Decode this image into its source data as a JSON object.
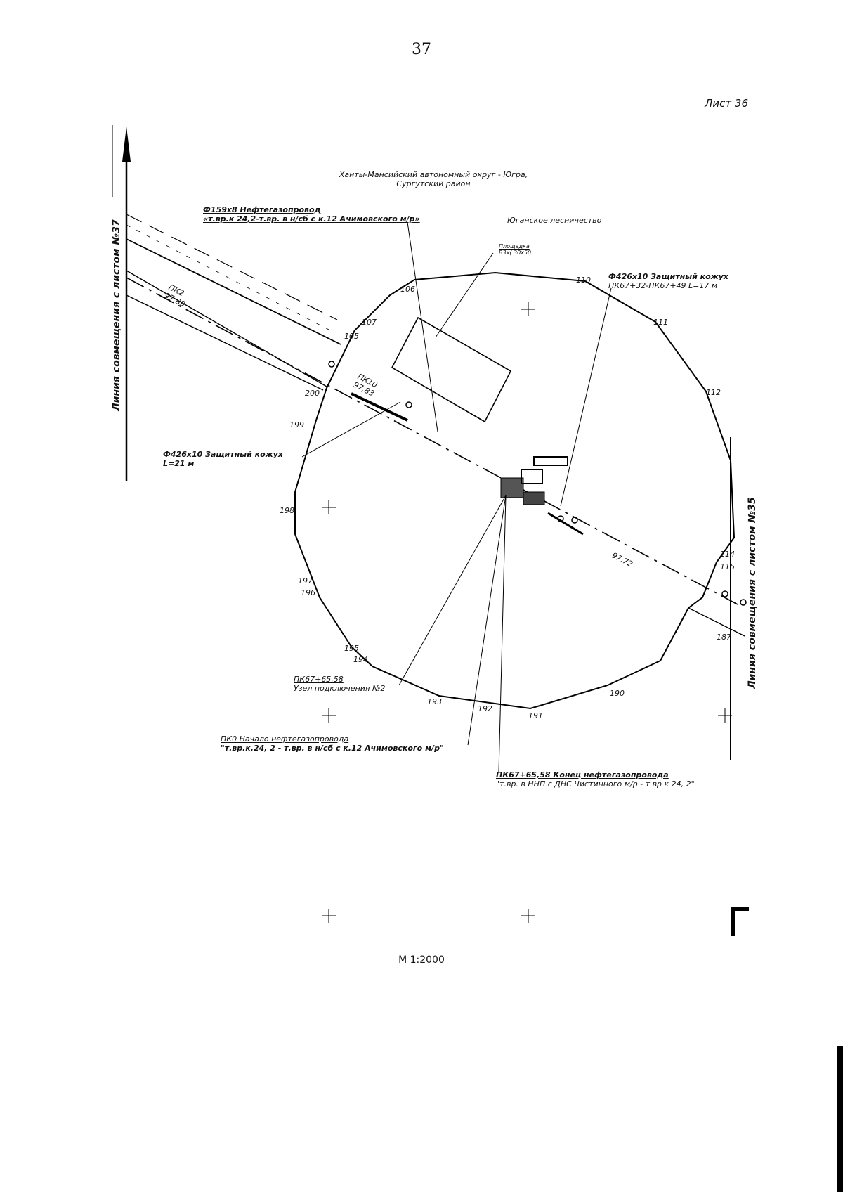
{
  "page_number": "37",
  "sheet_label": "Лист 36",
  "region": {
    "line1": "Ханты-Мансийский автономный округ - Югра,",
    "line2": "Сургутский район"
  },
  "forestry": "Юганское лесничество",
  "pipeline_label": {
    "line1": "Ф159х8 Нефтегазопровод",
    "line2": "«т.вр.к 24,2-т.вр. в н/сб с к.12 Ачимовского м/р»"
  },
  "platform_label": {
    "line1": "Площадка",
    "line2": "В3х( 30х50"
  },
  "casing_right": {
    "line1": "Ф426х10 Защитный кожух",
    "line2": "ПК67+32-ПК67+49 L=17 м"
  },
  "casing_left": {
    "line1": "Ф426х10 Защитный кожух",
    "line2": "L=21 м"
  },
  "node_label": {
    "line1": "ПК67+65,58",
    "line2": "Узел подключения №2"
  },
  "start_label": {
    "line1": "ПК0 Начало нефтегазопровода",
    "line2": "\"т.вр.к.24, 2 - т.вр. в н/сб с к.12 Ачимовского м/р\""
  },
  "end_label": {
    "line1": "ПК67+65,58 Конец нефтегазопровода",
    "line2": "\"т.вр. в ННП с ДНС Чистинного м/р - т.вр к 24, 2\""
  },
  "match_line_left": "Линия совмещения с листом №37",
  "match_line_right": "Линия совмещения с листом №35",
  "scale": "М 1:2000",
  "pk_labels": [
    {
      "pk": "ПК2",
      "elev": "97,89"
    },
    {
      "pk": "ПК10",
      "elev": "97,83"
    },
    {
      "elev": "97,72"
    }
  ],
  "point_numbers": [
    "105",
    "106",
    "107",
    "110",
    "111",
    "112",
    "114",
    "115",
    "187",
    "190",
    "191",
    "192",
    "193",
    "194",
    "195",
    "196",
    "197",
    "198",
    "199",
    "200"
  ]
}
